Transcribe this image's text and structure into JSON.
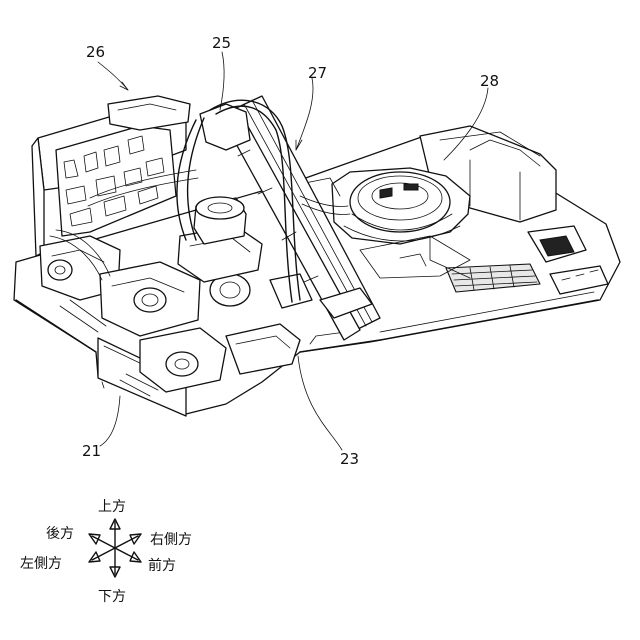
{
  "labels": {
    "ref_21": "21",
    "ref_23": "23",
    "ref_25": "25",
    "ref_26": "26",
    "ref_27": "27",
    "ref_28": "28"
  },
  "directions": {
    "up": "上方",
    "down": "下方",
    "rear": "後方",
    "front": "前方",
    "left_side": "左側方",
    "right_side": "右側方"
  }
}
